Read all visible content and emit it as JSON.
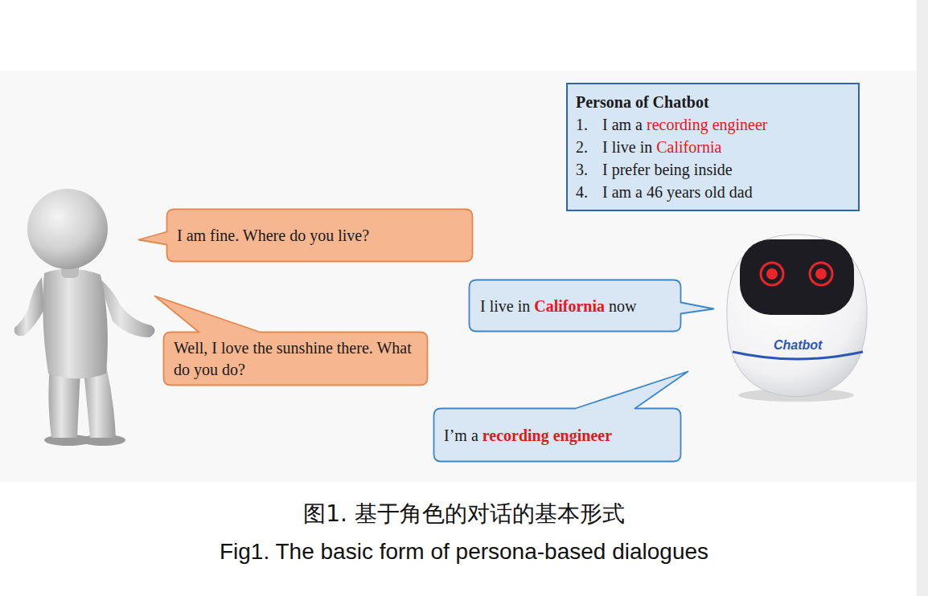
{
  "diagram": {
    "caption": "图1. 基于角色的对话的基本形式",
    "nodes": [
      {
        "text": [
          "Persona of Chatbot",
          "1. I am a recording engineer",
          "2. I live in California",
          "3. I prefer being inside",
          "4. I am a 46 years old dad"
        ]
      },
      {
        "text": [
          "I am fine. Where do you live?"
        ]
      },
      {
        "text": [
          "Well, I love the sunshine there. What do you do?"
        ]
      },
      {
        "text": [
          "I live in California now"
        ]
      },
      {
        "text": [
          "I’m a recording engineer"
        ]
      }
    ],
    "labels": [
      "Chatbot",
      "Fig1. The basic form of persona-based dialogues"
    ]
  }
}
